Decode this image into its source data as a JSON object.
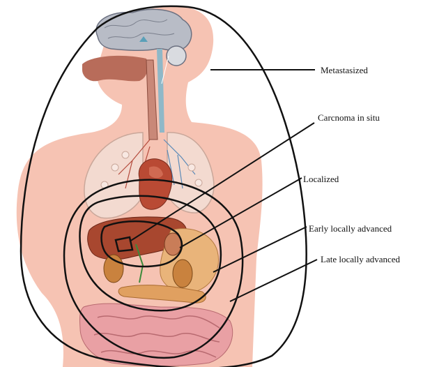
{
  "diagram": {
    "labels": {
      "metastasized": "Metastasized",
      "carcinoma_in_situ": "Carcnoma in situ",
      "localized": "Localized",
      "early_locally_advanced": "Early locally advanced",
      "late_locally_advanced": "Late locally advanced"
    },
    "colors": {
      "skin": "#f6c3b3",
      "brain": "#b8bcc6",
      "airway": "#b86c5a",
      "lung": "#f3dad0",
      "heart": "#b94a34",
      "liver": "#a8472f",
      "stomach": "#e9b47a",
      "kidney": "#c9823e",
      "intestine": "#e9a0a4",
      "outline": "#111111"
    }
  }
}
